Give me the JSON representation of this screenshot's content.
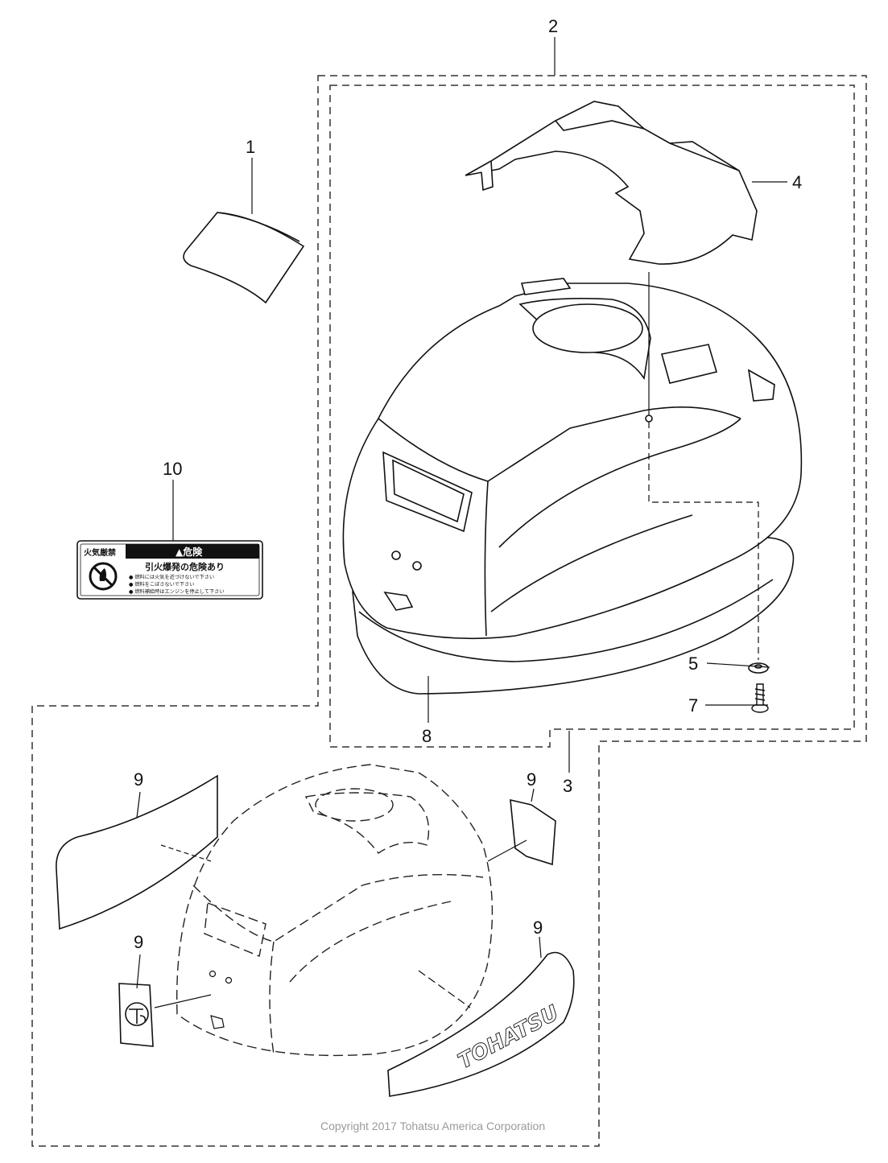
{
  "callouts": {
    "part_1": "1",
    "part_2": "2",
    "part_3": "3",
    "part_4": "4",
    "part_5": "5",
    "part_7": "7",
    "part_8": "8",
    "part_9_left": "9",
    "part_9_right_small": "9",
    "part_9_small_logo": "9",
    "part_9_right_long": "9",
    "part_10": "10"
  },
  "warning_label": {
    "left_heading": "火気厳禁",
    "right_heading": "▲危険",
    "main_line": "引火爆発の危険あり",
    "bullet_1": "● 燃料には火気を近づけないで下さい",
    "bullet_2": "● 燃料をこぼさないで下さい",
    "bullet_3": "● 燃料補給時はエンジンを停止して下さい"
  },
  "decal_text": "TOHATSU",
  "copyright": "Copyright 2017 Tohatsu America Corporation",
  "colors": {
    "line": "#111111",
    "fill": "#ffffff",
    "dash": "#333333",
    "copyright": "#9a9a9a"
  }
}
